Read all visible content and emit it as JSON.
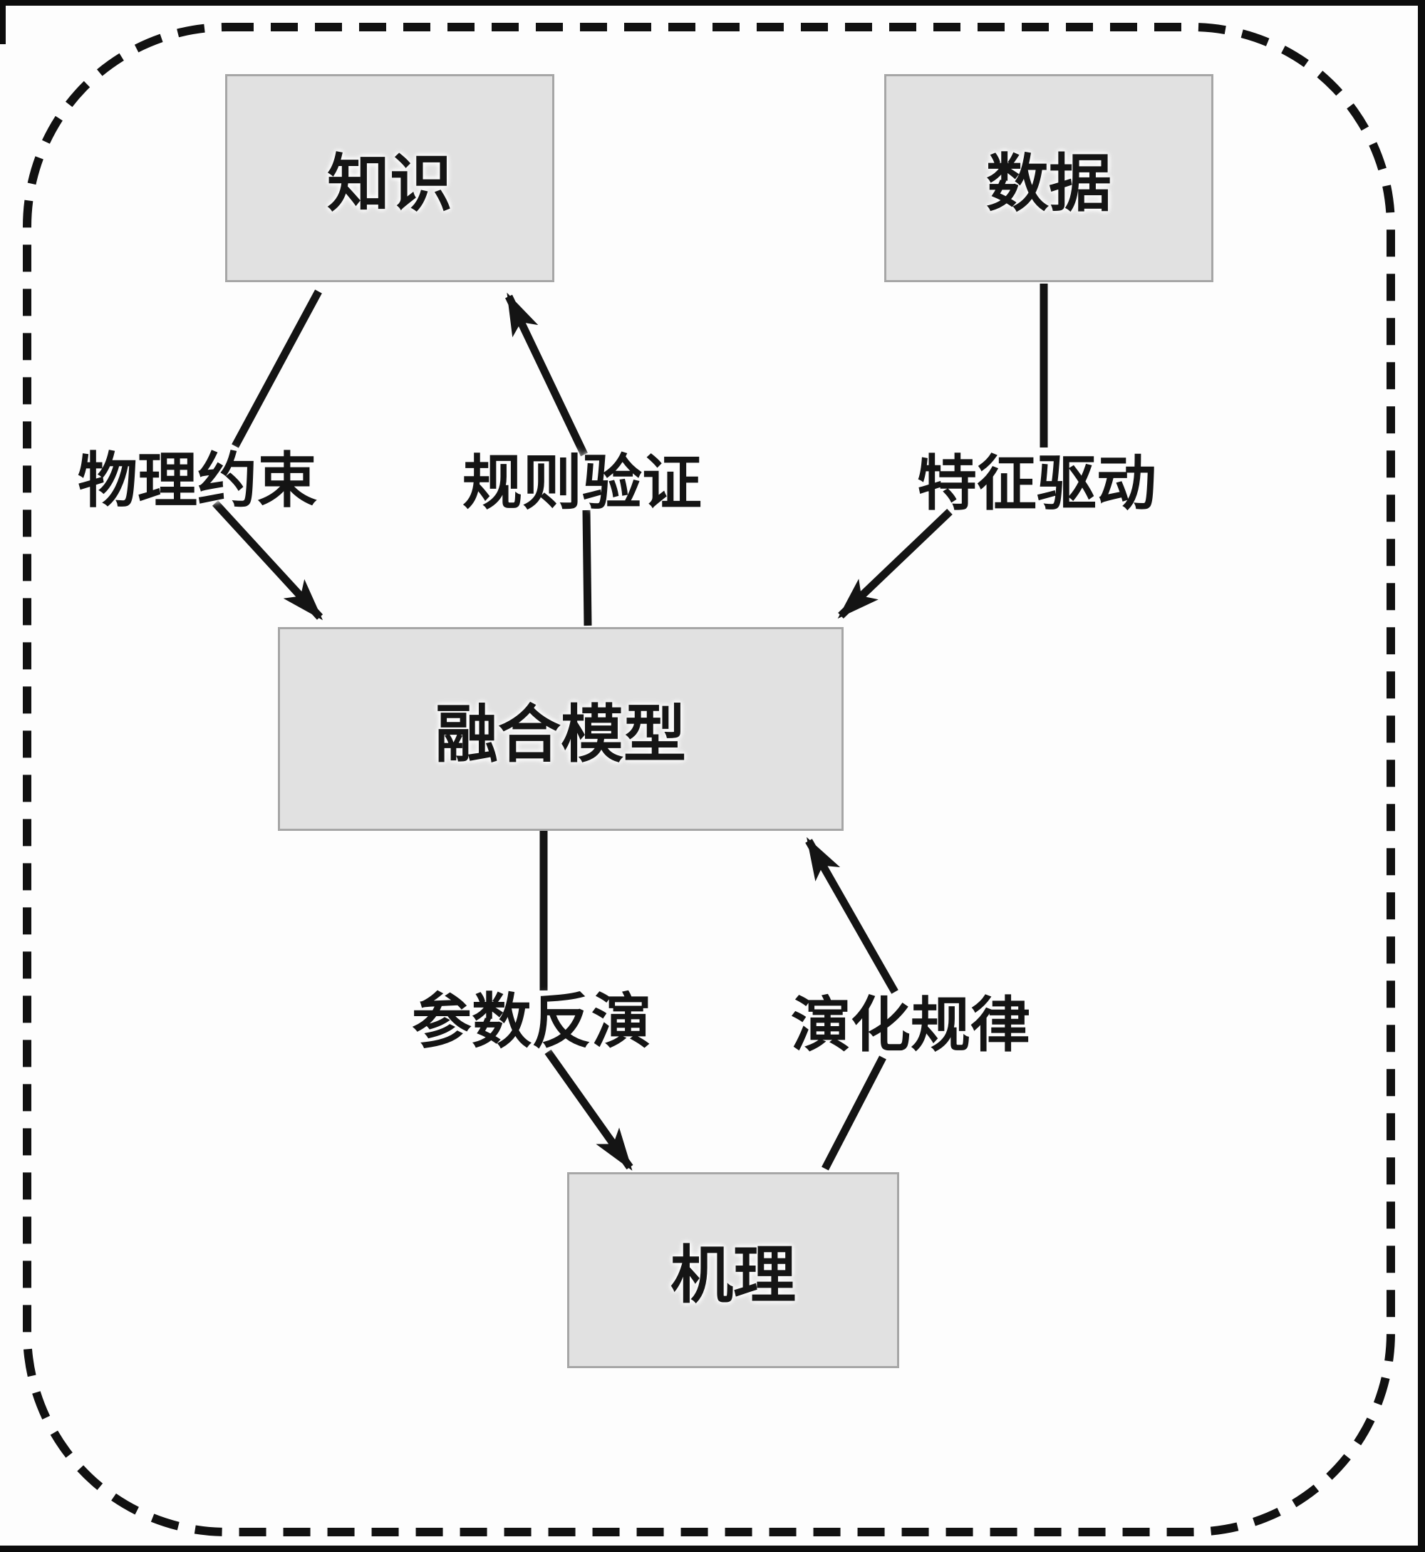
{
  "diagram": {
    "nodes": [
      {
        "id": "knowledge",
        "label": "知识"
      },
      {
        "id": "data",
        "label": "数据"
      },
      {
        "id": "fusion-model",
        "label": "融合模型"
      },
      {
        "id": "mechanism",
        "label": "机理"
      }
    ],
    "edges": [
      {
        "label": "物理约束",
        "from": "knowledge",
        "to": "fusion-model",
        "direction": "down"
      },
      {
        "label": "规则验证",
        "from": "fusion-model",
        "to": "knowledge",
        "direction": "up"
      },
      {
        "label": "特征驱动",
        "from": "data",
        "to": "fusion-model",
        "direction": "down"
      },
      {
        "label": "参数反演",
        "from": "fusion-model",
        "to": "mechanism",
        "direction": "down"
      },
      {
        "label": "演化规律",
        "from": "mechanism",
        "to": "fusion-model",
        "direction": "up"
      }
    ],
    "colors": {
      "background": "#fdfdfd",
      "node_fill": "#e1e1e1",
      "node_border": "#a6a6a6",
      "line": "#141414",
      "frame": "#0c0c0c"
    }
  }
}
